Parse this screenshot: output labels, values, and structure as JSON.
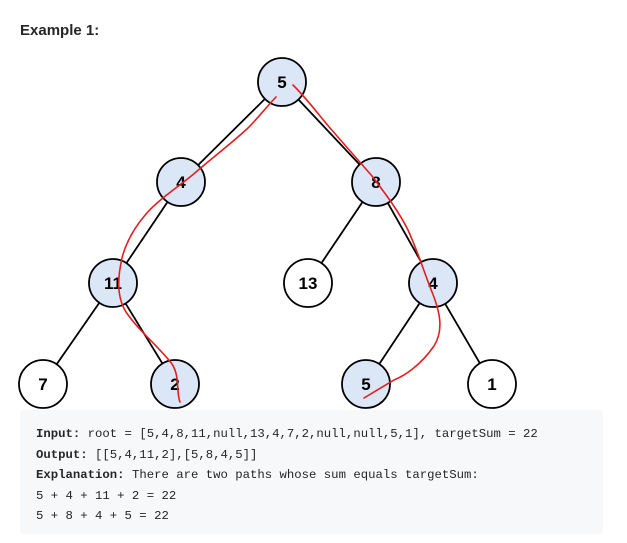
{
  "heading": "Example 1:",
  "tree": {
    "fill_highlight": "#dbe6f7",
    "fill_plain": "#ffffff",
    "edge_color": "#000000",
    "path_color": "#e02020",
    "nodes": [
      {
        "id": "n5",
        "label": "5",
        "highlighted": true
      },
      {
        "id": "n4a",
        "label": "4",
        "highlighted": true
      },
      {
        "id": "n8",
        "label": "8",
        "highlighted": true
      },
      {
        "id": "n11",
        "label": "11",
        "highlighted": true
      },
      {
        "id": "n13",
        "label": "13",
        "highlighted": false
      },
      {
        "id": "n4b",
        "label": "4",
        "highlighted": true
      },
      {
        "id": "n7",
        "label": "7",
        "highlighted": false
      },
      {
        "id": "n2",
        "label": "2",
        "highlighted": true
      },
      {
        "id": "n5b",
        "label": "5",
        "highlighted": true
      },
      {
        "id": "n1",
        "label": "1",
        "highlighted": false
      }
    ],
    "edges": [
      [
        "n5",
        "n4a"
      ],
      [
        "n5",
        "n8"
      ],
      [
        "n4a",
        "n11"
      ],
      [
        "n8",
        "n13"
      ],
      [
        "n8",
        "n4b"
      ],
      [
        "n11",
        "n7"
      ],
      [
        "n11",
        "n2"
      ],
      [
        "n4b",
        "n5b"
      ],
      [
        "n4b",
        "n1"
      ]
    ]
  },
  "code": {
    "input_label": "Input:",
    "input_value": " root = [5,4,8,11,null,13,4,7,2,null,null,5,1], targetSum = 22",
    "output_label": "Output:",
    "output_value": " [[5,4,11,2],[5,8,4,5]]",
    "explanation_label": "Explanation:",
    "explanation_value": " There are two paths whose sum equals targetSum:",
    "line4": "5 + 4 + 11 + 2 = 22",
    "line5": "5 + 8 + 4 + 5 = 22"
  }
}
